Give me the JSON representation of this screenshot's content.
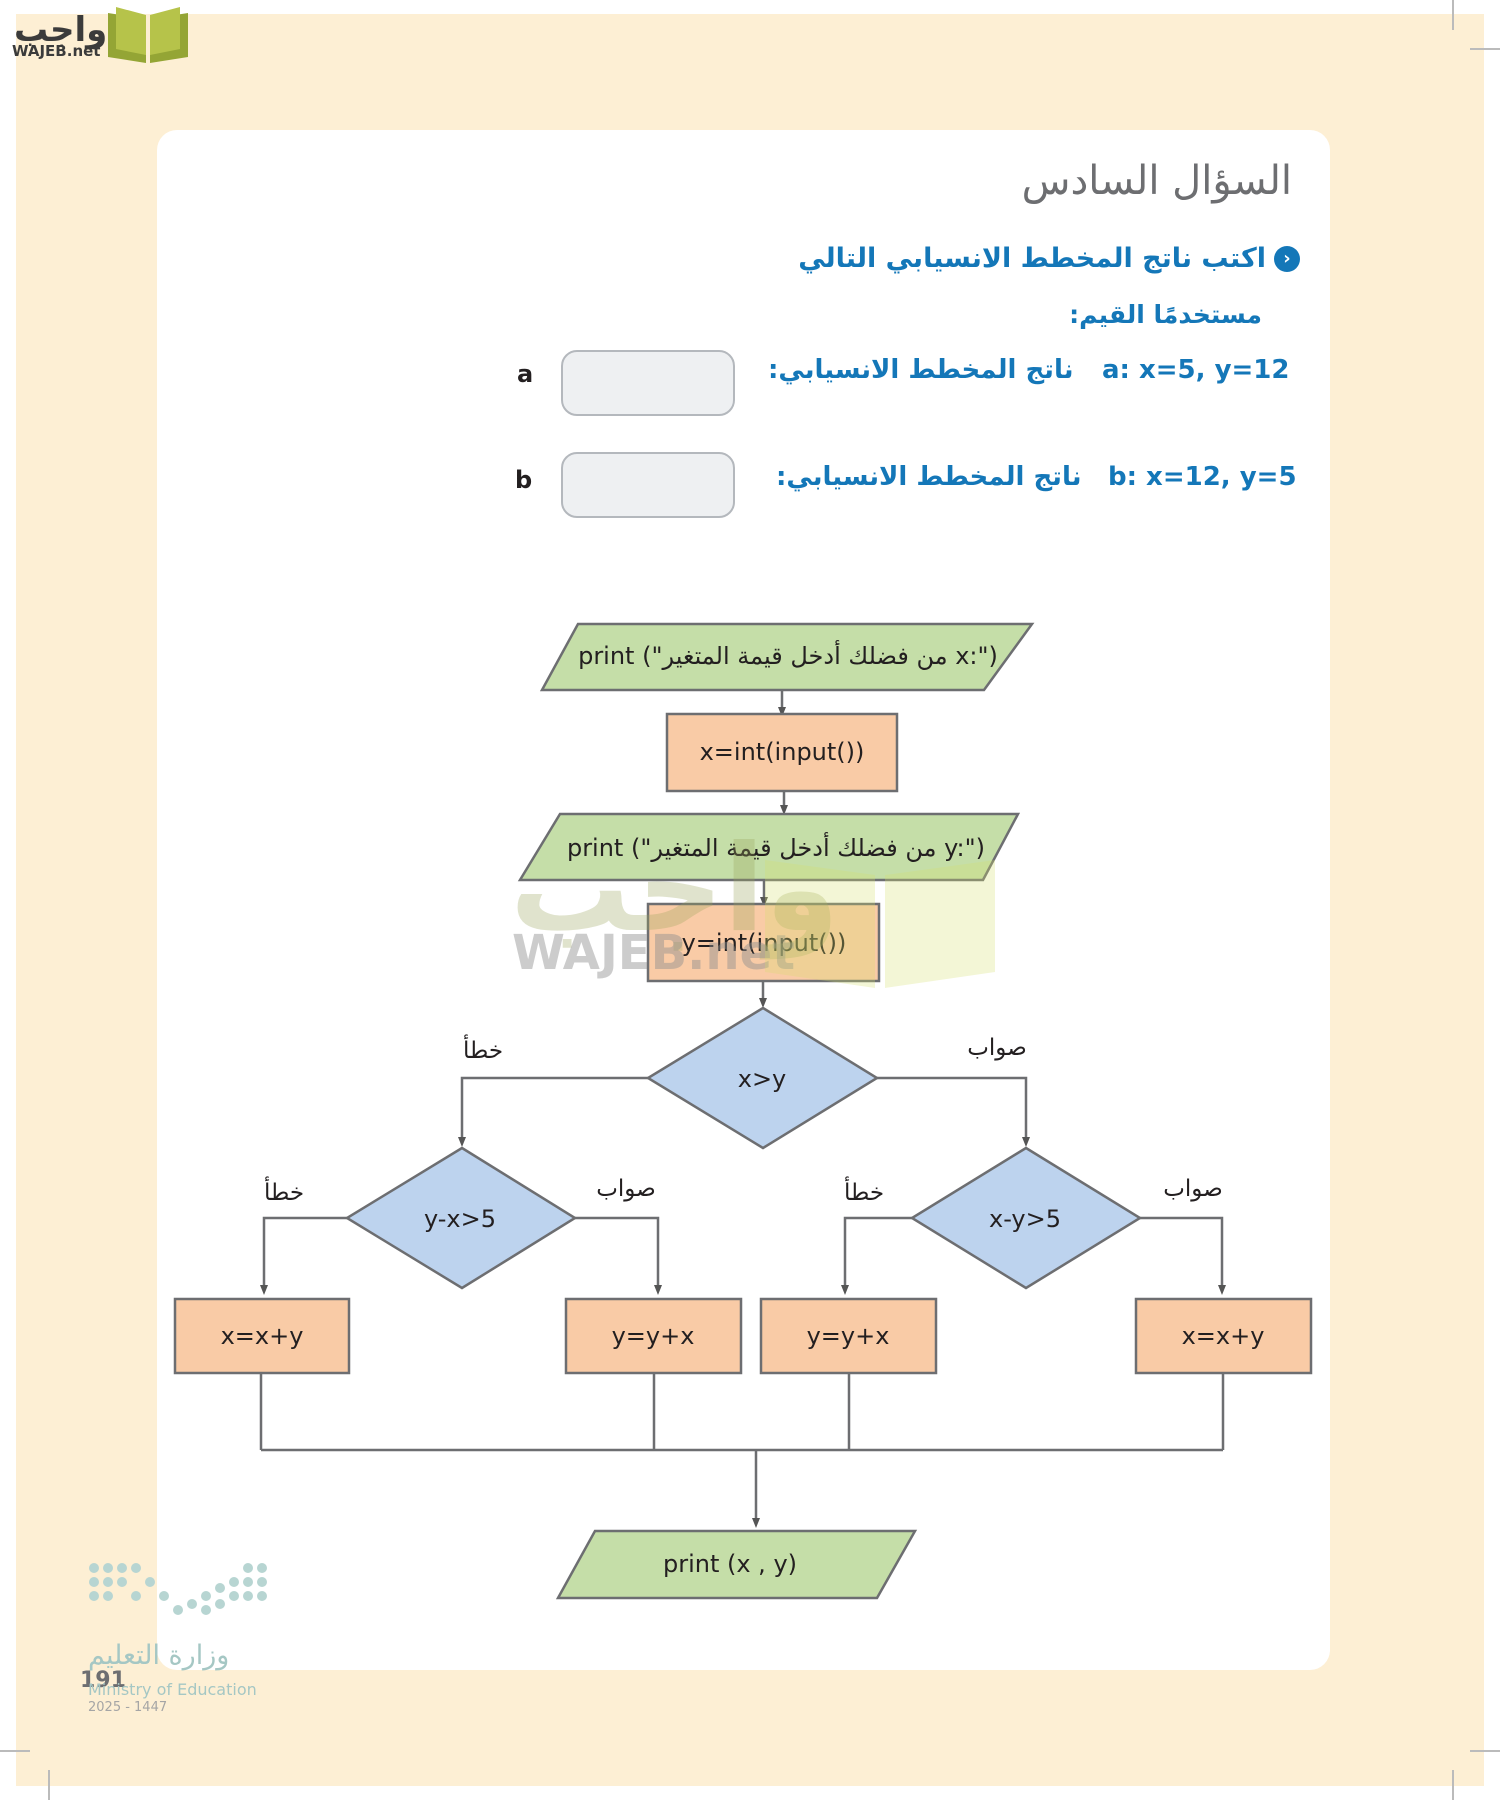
{
  "header": {
    "logo_ar": "واجب",
    "logo_en": "WAJEB.net"
  },
  "question": {
    "title": "السؤال السادس",
    "instruction": "اكتب ناتج المخطط الانسيابي التالي",
    "instruction_icon": "chevron-left-icon",
    "subtitle": "مستخدمًا القيم:",
    "rows": [
      {
        "values": "a: x=5, y=12",
        "result_label": "ناتج المخطط الانسيابي:",
        "answer_label": "a",
        "answer_value": ""
      },
      {
        "values": "b: x=12, y=5",
        "result_label": "ناتج المخطط الانسيابي:",
        "answer_label": "b",
        "answer_value": ""
      }
    ]
  },
  "flowchart": {
    "print_x": "print (\"من فضلك أدخل قيمة المتغير x:\")",
    "input_x": "x=int(input())",
    "print_y": "print (\"من فضلك أدخل قيمة المتغير y:\")",
    "input_y": "y=int(input())",
    "decision_main": "x>y",
    "decision_left": "y-x>5",
    "decision_right": "x-y>5",
    "true_label": "صواب",
    "false_label": "خطأ",
    "box_far_left": "x=x+y",
    "box_mid_left": "y=y+x",
    "box_mid_right": "y=y+x",
    "box_far_right": "x=x+y",
    "print_final": "print (x , y)",
    "colors": {
      "io": "#c5dea8",
      "process": "#f9cba6",
      "decision": "#bdd3ee",
      "stroke": "#6d6e71"
    }
  },
  "watermark": {
    "ar": "واجب",
    "en": "WAJEB.net"
  },
  "footer": {
    "page_number": "191",
    "ministry_ar": "وزارة التعليم",
    "ministry_en": "Ministry of Education",
    "year": "2025 - 1447"
  }
}
